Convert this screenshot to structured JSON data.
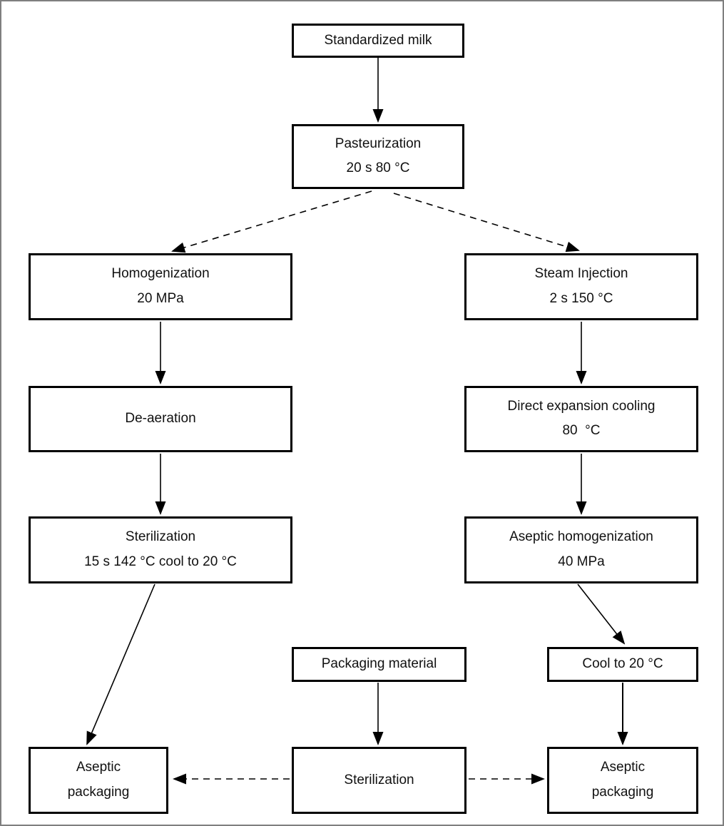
{
  "diagram_type": "flowchart",
  "colors": {
    "background": "#ffffff",
    "box_border": "#000000",
    "text": "#111111",
    "frame": "#7f7f7f",
    "arrow": "#000000"
  },
  "nodes": {
    "standardized_milk": {
      "line1": "Standardized milk"
    },
    "pasteurization": {
      "line1": "Pasteurization",
      "line2": "20 s 80 °C"
    },
    "homogenization": {
      "line1": "Homogenization",
      "line2": "20 MPa"
    },
    "steam_injection": {
      "line1": "Steam Injection",
      "line2": "2 s 150 °C"
    },
    "de_aeration": {
      "line1": "De-aeration"
    },
    "direct_expansion_cooling": {
      "line1": "Direct expansion cooling",
      "line2": "80  °C"
    },
    "sterilization_left": {
      "line1": "Sterilization",
      "line2": "15 s 142 °C cool to 20 °C"
    },
    "aseptic_homogenization": {
      "line1": "Aseptic homogenization",
      "line2": "40 MPa"
    },
    "packaging_material": {
      "line1": "Packaging material"
    },
    "cool_to_20": {
      "line1": "Cool to 20 °C"
    },
    "aseptic_packaging_left": {
      "line1": "Aseptic",
      "line2": "packaging"
    },
    "sterilization_bottom": {
      "line1": "Sterilization"
    },
    "aseptic_packaging_right": {
      "line1": "Aseptic",
      "line2": "packaging"
    }
  },
  "edges": [
    {
      "from": "standardized_milk",
      "to": "pasteurization",
      "style": "solid"
    },
    {
      "from": "pasteurization",
      "to": "homogenization",
      "style": "dashed"
    },
    {
      "from": "pasteurization",
      "to": "steam_injection",
      "style": "dashed"
    },
    {
      "from": "homogenization",
      "to": "de_aeration",
      "style": "solid"
    },
    {
      "from": "steam_injection",
      "to": "direct_expansion_cooling",
      "style": "solid"
    },
    {
      "from": "de_aeration",
      "to": "sterilization_left",
      "style": "solid"
    },
    {
      "from": "direct_expansion_cooling",
      "to": "aseptic_homogenization",
      "style": "solid"
    },
    {
      "from": "sterilization_left",
      "to": "aseptic_packaging_left",
      "style": "solid"
    },
    {
      "from": "aseptic_homogenization",
      "to": "cool_to_20",
      "style": "solid"
    },
    {
      "from": "packaging_material",
      "to": "sterilization_bottom",
      "style": "solid"
    },
    {
      "from": "cool_to_20",
      "to": "aseptic_packaging_right",
      "style": "solid"
    },
    {
      "from": "sterilization_bottom",
      "to": "aseptic_packaging_left",
      "style": "dashed"
    },
    {
      "from": "sterilization_bottom",
      "to": "aseptic_packaging_right",
      "style": "dashed"
    }
  ]
}
